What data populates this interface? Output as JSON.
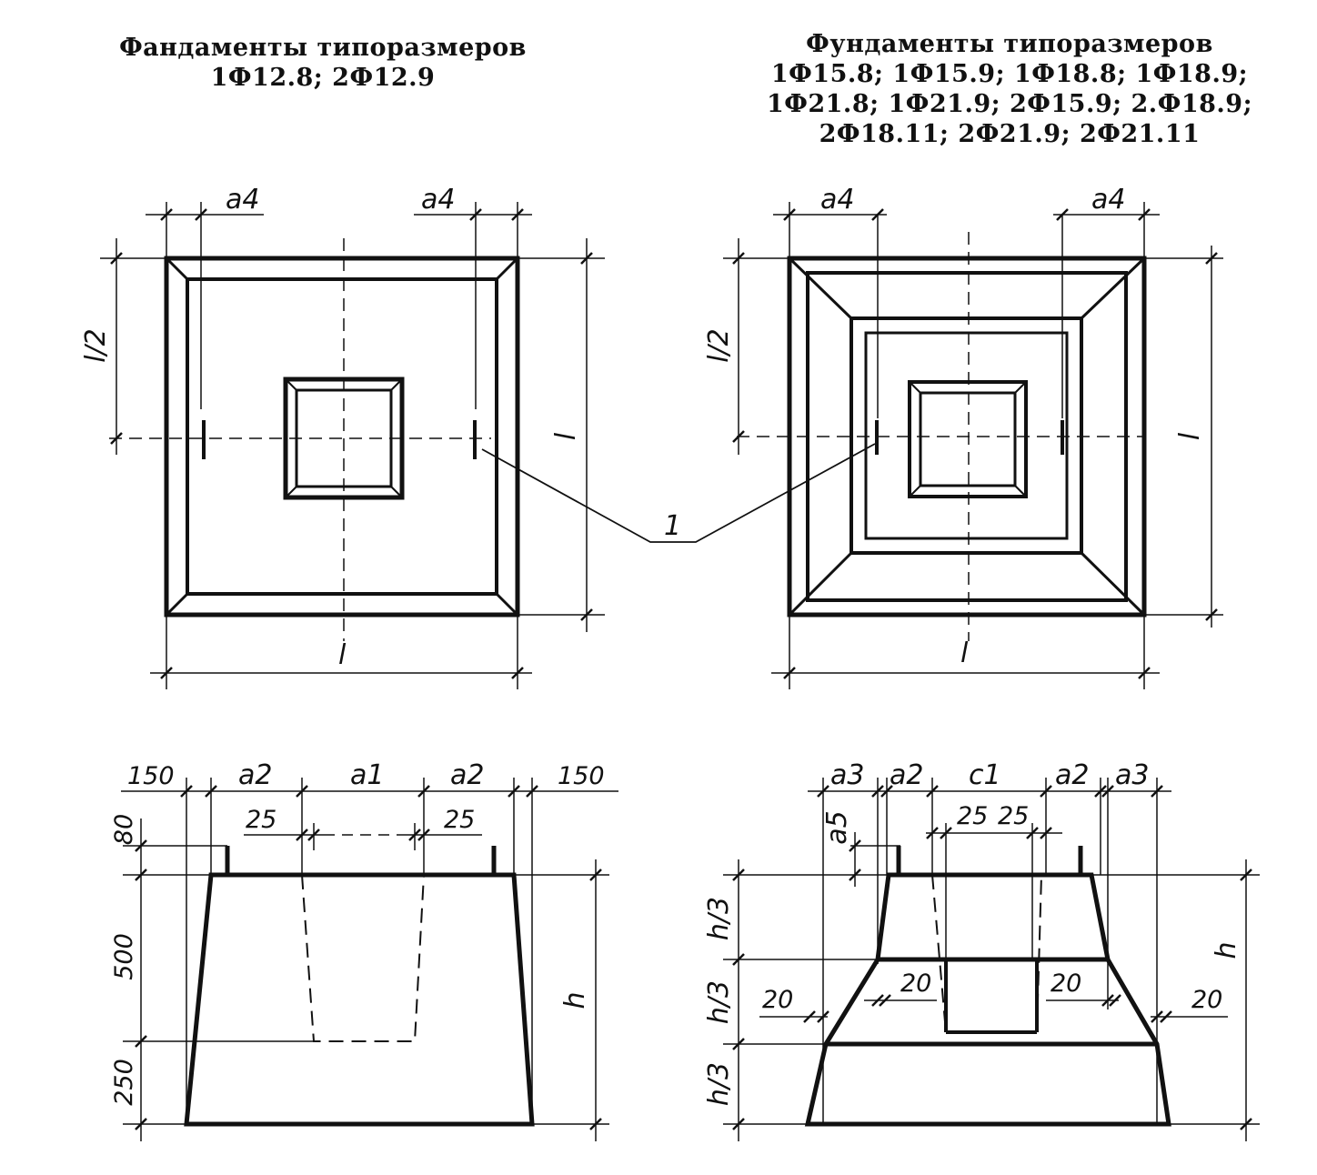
{
  "titles": {
    "left": [
      "Фандаменты типоразмеров",
      "1Ф12.8;  2Ф12.9"
    ],
    "right": [
      "Фундаменты типоразмеров",
      "1Ф15.8;  1Ф15.9;  1Ф18.8;  1Ф18.9;",
      "1Ф21.8;  1Ф21.9;  2Ф15.9;  2.Ф18.9;",
      "2Ф18.11;  2Ф21.9;  2Ф21.11"
    ]
  },
  "plan_labels": {
    "a4": "a4",
    "l_half": "l/2",
    "l": "l",
    "callout": "1"
  },
  "section_left": {
    "top_dims": [
      "150",
      "a2",
      "a1",
      "a2",
      "150"
    ],
    "dim_25": "25",
    "heights": [
      "80",
      "500",
      "250"
    ],
    "h": "h"
  },
  "section_right": {
    "top_dims": [
      "a3",
      "a2",
      "c1",
      "a2",
      "a3"
    ],
    "a5": "a5",
    "dim_25": "25",
    "dim_20": "20",
    "h_third": "h/3",
    "h": "h"
  },
  "colors": {
    "ink": "#111111",
    "paper": "#ffffff"
  }
}
